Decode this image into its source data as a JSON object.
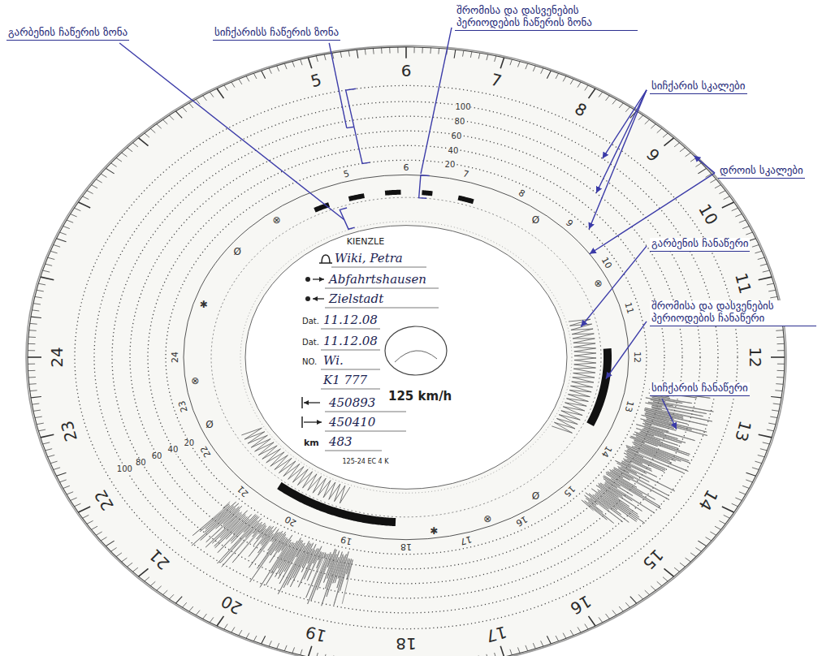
{
  "diagram": {
    "labels": [
      "გარბენის ჩაწერის ზონა",
      "სიჩქარისს ჩაწერის ზონა",
      "შრომისა და დასვენების პერიოდების ჩაწერის ზონა",
      "სიჩქარის სკალები",
      "დროის სკალები",
      "გარბენის ჩანაწერი",
      "შრომისა და დასვენების პერიოდების ჩანაწერი",
      "სიჩქარის ჩანაწერი",
      "KIENZLE",
      "Wiki, Petra",
      "Abfahrtshausen",
      "Zielstadt",
      "Dat.",
      "11.12.08",
      "Dat.",
      "11.12.08",
      "NO.",
      "Wi.",
      "K1 777",
      "125 km/h",
      "450893",
      "450410",
      "km",
      "483",
      "125-24 EC 4 K",
      "5",
      "6",
      "7",
      "8",
      "9",
      "10",
      "11",
      "12",
      "13",
      "14",
      "15",
      "16",
      "17",
      "18",
      "19",
      "20",
      "21",
      "22",
      "23",
      "24",
      "5",
      "6",
      "7",
      "8",
      "9",
      "10",
      "11",
      "12",
      "13",
      "14",
      "15",
      "16",
      "17",
      "18",
      "19",
      "20",
      "21",
      "22",
      "23",
      "24",
      "20",
      "40",
      "60",
      "80",
      "100",
      "20",
      "40",
      "60",
      "80",
      "100",
      "Ø",
      "Ø",
      "Ø",
      "Ø",
      "⊗",
      "⊗",
      "⊗",
      "⊗",
      "✱",
      "✱"
    ]
  }
}
